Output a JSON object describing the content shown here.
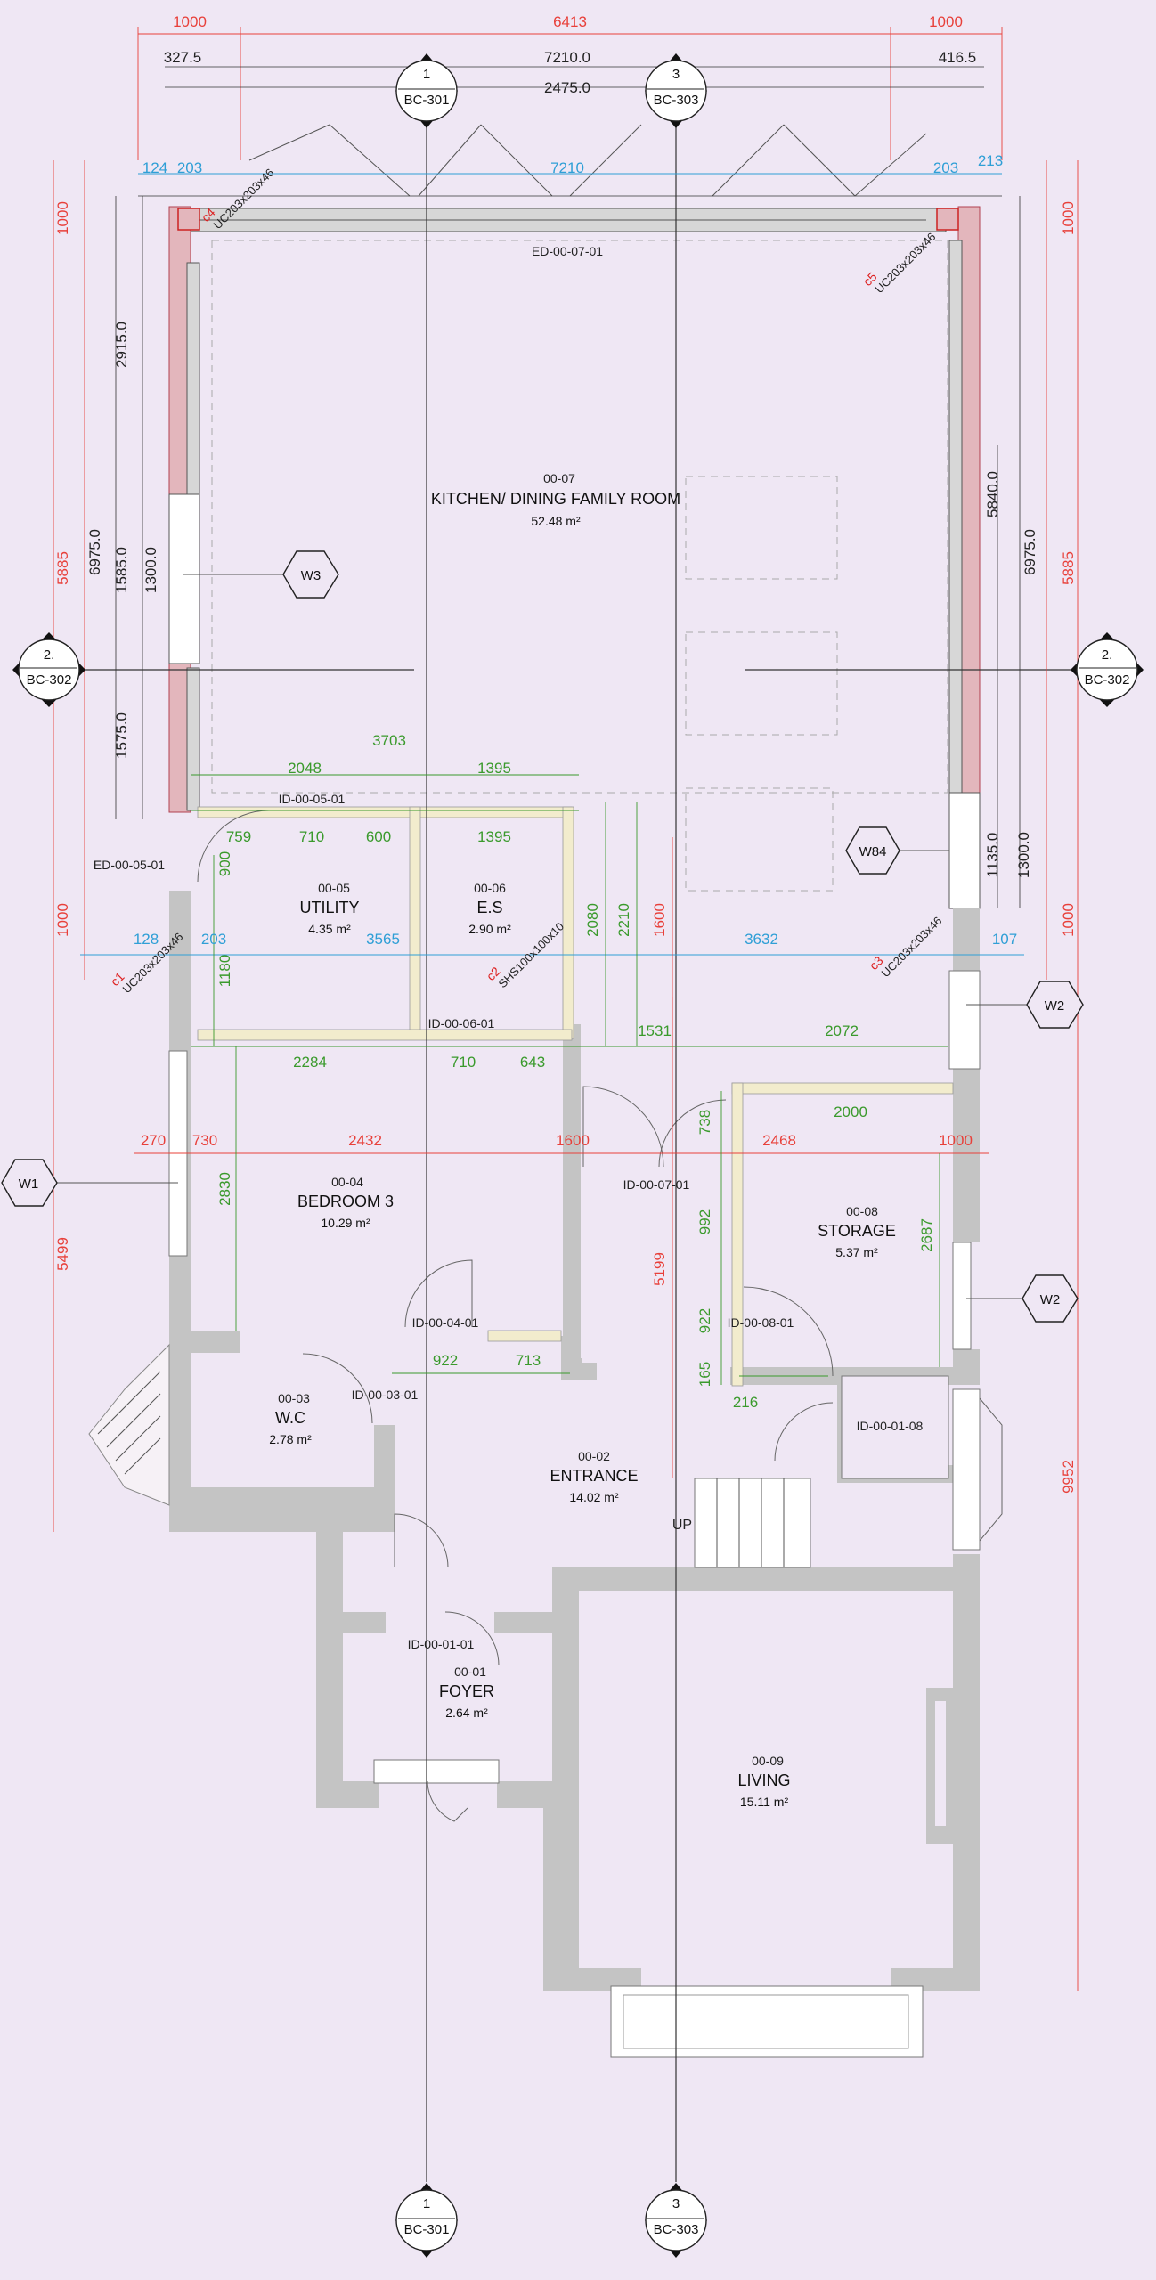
{
  "grid": {
    "g1_num": "1",
    "g1_ref": "BC-301",
    "g3_num": "3",
    "g3_ref": "BC-303",
    "g2_num": "2.",
    "g2_ref": "BC-302"
  },
  "dims": {
    "top_1000_left": "1000",
    "top_6413": "6413",
    "top_1000_right": "1000",
    "top_327_5": "327.5",
    "top_7210_0": "7210.0",
    "top_2475_0": "2475.0",
    "top_416_5": "416.5",
    "top_124": "124",
    "top_203_left": "203",
    "top_7210": "7210",
    "top_203_right": "203",
    "top_213": "213",
    "left_1000_top": "1000",
    "left_5885": "5885",
    "left_6975_0": "6975.0",
    "left_2915_0": "2915.0",
    "left_1585_0": "1585.0",
    "left_1300_0": "1300.0",
    "left_1575_0": "1575.0",
    "left_1000_mid": "1000",
    "left_5499": "5499",
    "right_1000_top": "1000",
    "right_5885": "5885",
    "right_6975_0": "6975.0",
    "right_5840_0": "5840.0",
    "right_1135_0": "1135.0",
    "right_1300_0": "1300.0",
    "right_1000_mid": "1000",
    "right_9952": "9952",
    "d_3703": "3703",
    "d_2048": "2048",
    "d_1395_a": "1395",
    "d_759": "759",
    "d_710_a": "710",
    "d_600": "600",
    "d_1395_b": "1395",
    "d_900": "900",
    "d_2080": "2080",
    "d_2210": "2210",
    "d_1600_v": "1600",
    "d_128": "128",
    "d_203_mid": "203",
    "d_3565": "3565",
    "d_3632": "3632",
    "d_107": "107",
    "d_1180": "1180",
    "d_1531": "1531",
    "d_2072": "2072",
    "d_2284": "2284",
    "d_710_b": "710",
    "d_643": "643",
    "d_738": "738",
    "d_2000": "2000",
    "d_270": "270",
    "d_730": "730",
    "d_2432": "2432",
    "d_1600_h": "1600",
    "d_2468": "2468",
    "d_1000_st": "1000",
    "d_2830": "2830",
    "d_992": "992",
    "d_2687": "2687",
    "d_5199": "5199",
    "d_922_v": "922",
    "d_165": "165",
    "d_216": "216",
    "d_922_h": "922",
    "d_713": "713"
  },
  "columns": {
    "c4": "c4",
    "c4_size": "UC203x203x46",
    "c5": "c5",
    "c5_size": "UC203x203x46",
    "c1": "c1",
    "c1_size": "UC203x203x46",
    "c2": "c2",
    "c2_size": "SHS100x100x10",
    "c3": "c3",
    "c3_size": "UC203x203x46"
  },
  "rooms": {
    "kitchen": {
      "num": "00-07",
      "name": "KITCHEN/ DINING FAMILY ROOM",
      "area": "52.48 m²"
    },
    "utility": {
      "num": "00-05",
      "name": "UTILITY",
      "area": "4.35 m²"
    },
    "es": {
      "num": "00-06",
      "name": "E.S",
      "area": "2.90 m²"
    },
    "bedroom3": {
      "num": "00-04",
      "name": "BEDROOM 3",
      "area": "10.29 m²"
    },
    "storage": {
      "num": "00-08",
      "name": "STORAGE",
      "area": "5.37 m²"
    },
    "wc": {
      "num": "00-03",
      "name": "W.C",
      "area": "2.78 m²"
    },
    "entrance": {
      "num": "00-02",
      "name": "ENTRANCE",
      "area": "14.02 m²"
    },
    "foyer": {
      "num": "00-01",
      "name": "FOYER",
      "area": "2.64 m²"
    },
    "living": {
      "num": "00-09",
      "name": "LIVING",
      "area": "15.11 m²"
    }
  },
  "doors": {
    "ed_00_07_01": "ED-00-07-01",
    "id_00_05_01": "ID-00-05-01",
    "ed_00_05_01": "ED-00-05-01",
    "id_00_06_01": "ID-00-06-01",
    "id_00_07_01": "ID-00-07-01",
    "id_00_04_01": "ID-00-04-01",
    "id_00_08_01": "ID-00-08-01",
    "id_00_03_01": "ID-00-03-01",
    "id_00_01_08": "ID-00-01-08",
    "id_00_01_01": "ID-00-01-01"
  },
  "windows": {
    "w3": "W3",
    "w84": "W84",
    "w2_a": "W2",
    "w1": "W1",
    "w2_b": "W2"
  },
  "stair_label": "UP"
}
